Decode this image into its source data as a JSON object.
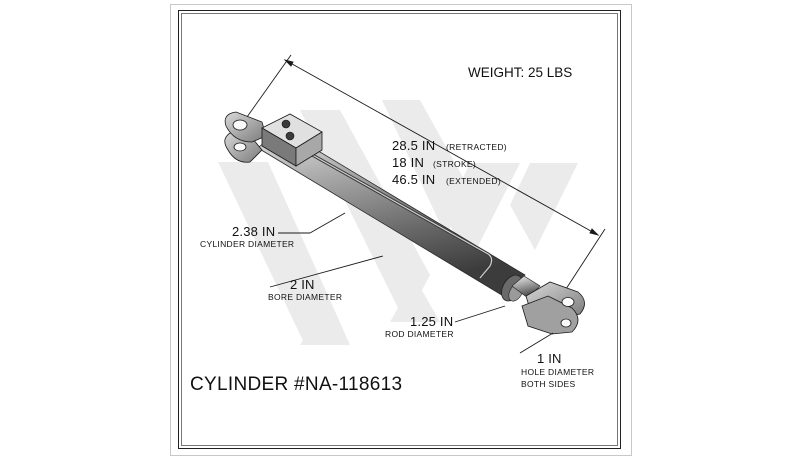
{
  "drawing": {
    "weight": "WEIGHT: 25 LBS",
    "length": {
      "retracted_value": "28.5 IN",
      "retracted_note": "(RETRACTED)",
      "stroke_value": "18 IN",
      "stroke_note": "(STROKE)",
      "extended_value": "46.5 IN",
      "extended_note": "(EXTENDED)"
    },
    "cylinder_diameter": {
      "value": "2.38 IN",
      "caption": "CYLINDER DIAMETER"
    },
    "bore_diameter": {
      "value": "2 IN",
      "caption": "BORE DIAMETER"
    },
    "rod_diameter": {
      "value": "1.25 IN",
      "caption": "ROD DIAMETER"
    },
    "hole_diameter": {
      "value": "1 IN",
      "caption_line1": "HOLE DIAMETER",
      "caption_line2": "BOTH SIDES"
    },
    "part_number": "CYLINDER #NA-118613",
    "colors": {
      "line": "#1a1a1a",
      "metal_dark": "#4a4a4a",
      "metal_mid": "#8c8c8c",
      "metal_light": "#d4d4d4",
      "watermark": "#e9e9ea"
    }
  }
}
